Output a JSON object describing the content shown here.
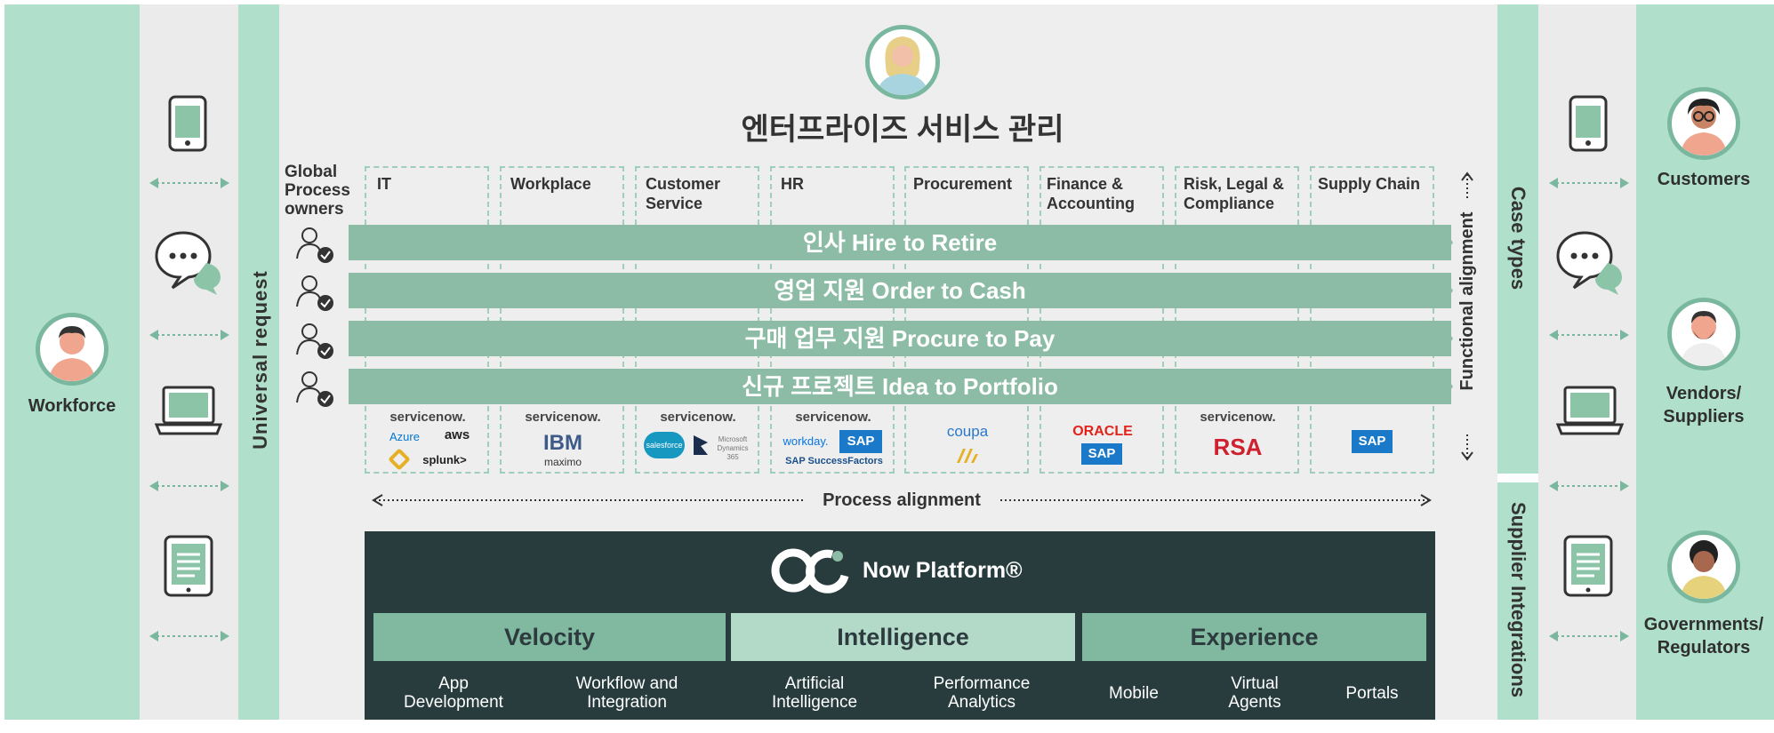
{
  "title": "엔터프라이즈 서비스 관리",
  "left": {
    "persona": "Workforce",
    "vertical_label": "Universal request"
  },
  "right": {
    "case_types": "Case types",
    "supplier_integrations": "Supplier Integrations",
    "personas": [
      "Customers",
      "Vendors/\nSuppliers",
      "Governments/\nRegulators"
    ]
  },
  "owners_label": "Global\nProcess\nowners",
  "columns": [
    "IT",
    "Workplace",
    "Customer\nService",
    "HR",
    "Procurement",
    "Finance &\nAccounting",
    "Risk, Legal &\nCompliance",
    "Supply Chain"
  ],
  "processes": [
    "인사 Hire to Retire",
    "영업 지원 Order to Cash",
    "구매 업무 지원 Procure to Pay",
    "신규 프로젝트 Idea to Portfolio"
  ],
  "functional_alignment": "Functional alignment",
  "process_alignment": "Process alignment",
  "vendors": {
    "it": [
      "servicenow.",
      "Azure",
      "aws",
      "splunk>"
    ],
    "workplace": [
      "servicenow.",
      "IBM",
      "maximo"
    ],
    "customer_service": [
      "servicenow.",
      "salesforce",
      "Microsoft Dynamics 365"
    ],
    "hr": [
      "servicenow.",
      "workday.",
      "SAP",
      "SAP SuccessFactors"
    ],
    "procurement": [
      "coupa"
    ],
    "finance": [
      "ORACLE",
      "SAP"
    ],
    "risk": [
      "servicenow.",
      "RSA"
    ],
    "supply_chain": [
      "SAP"
    ]
  },
  "platform": {
    "name": "Now Platform®",
    "pillars": [
      {
        "name": "Velocity",
        "caps": [
          "App\nDevelopment",
          "Workflow and\nIntegration"
        ]
      },
      {
        "name": "Intelligence",
        "caps": [
          "Artificial\nIntelligence",
          "Performance\nAnalytics"
        ]
      },
      {
        "name": "Experience",
        "caps": [
          "Mobile",
          "Virtual\nAgents",
          "Portals"
        ]
      }
    ]
  },
  "colors": {
    "mint": "#b0e0cc",
    "band": "#8cbca6",
    "platform_bg": "#283c3e",
    "pillar_dark": "#80b9a0",
    "pillar_light": "#b3d9c9"
  }
}
